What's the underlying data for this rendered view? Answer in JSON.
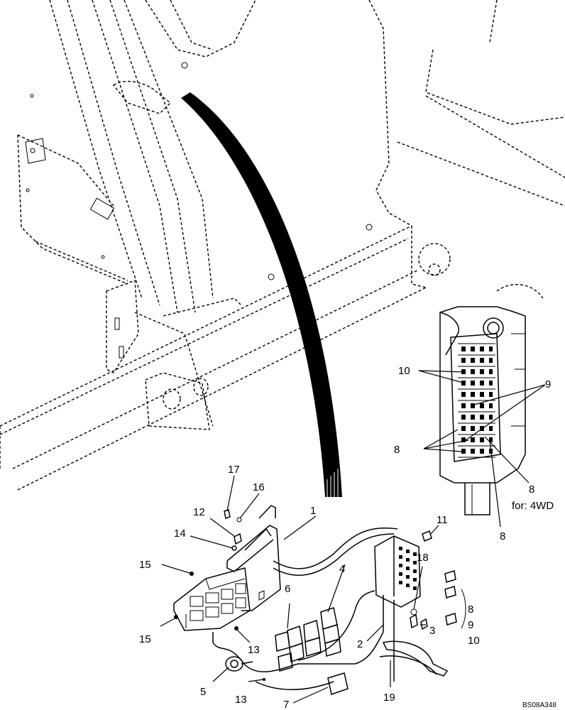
{
  "drawing": {
    "code": "BS08A348",
    "note_4wd": "for: 4WD"
  },
  "callouts": {
    "c1": "1",
    "c2": "2",
    "c3": "3",
    "c4": "4",
    "c5": "5",
    "c6": "6",
    "c7": "7",
    "c8": "8",
    "c9": "9",
    "c10": "10",
    "c11": "11",
    "c12": "12",
    "c13": "13",
    "c14": "14",
    "c15": "15",
    "c16": "16",
    "c17": "17",
    "c18": "18",
    "c19": "19"
  }
}
